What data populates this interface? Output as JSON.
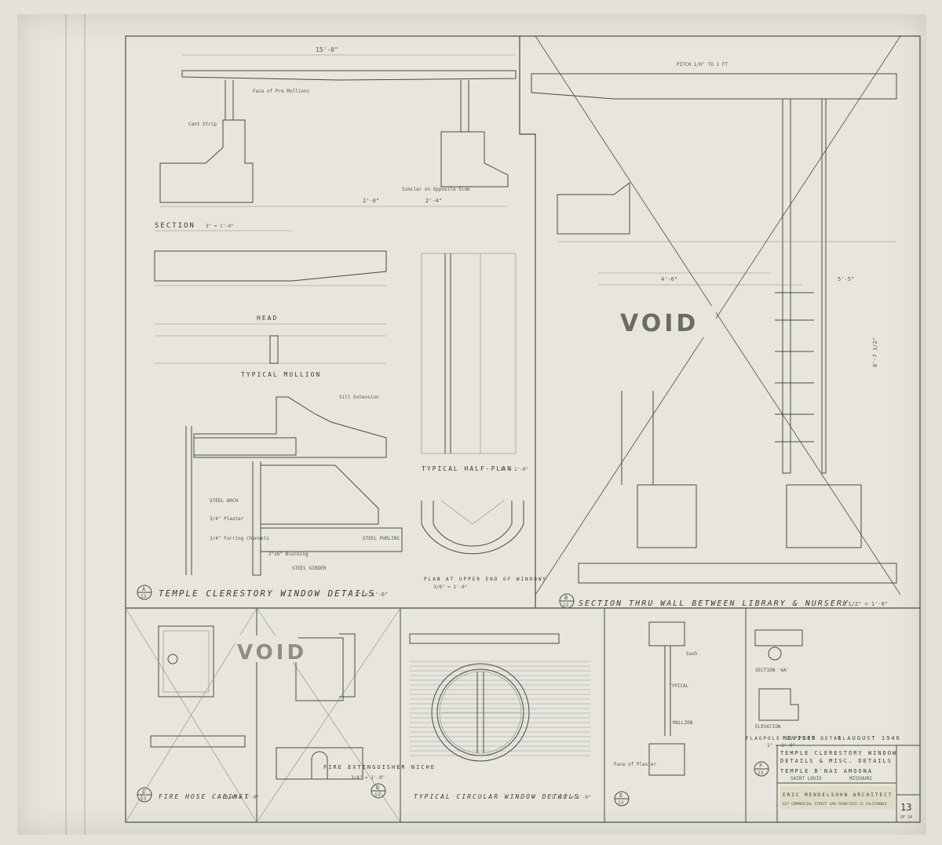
{
  "void_text": "VOID",
  "detail_a": {
    "title": "TEMPLE CLERESTORY WINDOW DETAILS",
    "scale": "3\" = 1'-0\"",
    "marker_letter": "A",
    "marker_sheet": "13",
    "section_label": "SECTION",
    "section_scale": "3\" = 1'-0\"",
    "head_label": "HEAD",
    "mullion_label": "TYPICAL MULLION",
    "half_plan_label": "TYPICAL HALF-PLAN",
    "half_plan_scale": "1\" = 1'-0\"",
    "upper_plan_label": "PLAN AT UPPER END OF WINDOWS",
    "upper_plan_scale": "3/8\" = 1'-0\"",
    "dim_top": "15'-0\"",
    "dim_left": "2'-0\"",
    "dim_right": "2'-4\"",
    "notes": {
      "face_mullions": "Face of Pre Mullions",
      "cant_strip": "Cant Strip",
      "similar": "Similar on Opposite Side",
      "sill_extension": "Sill Extension",
      "steel_arch": "STEEL ARCH",
      "plaster": "3/4\" Plaster",
      "furring": "3/4\" Furring Channels",
      "blocking": "2\"x6\" Blocking",
      "steel_girder": "STEEL GIRDER",
      "steel_purlins": "STEEL PURLINS"
    }
  },
  "detail_b": {
    "title": "SECTION THRU WALL BETWEEN LIBRARY & NURSERY",
    "scale": "1 1/2\" = 1'-0\"",
    "marker_letter": "B",
    "marker_sheet": "13",
    "pitch_note": "PITCH 1/8\" TO 1 FT",
    "dim_a": "4'-0\"",
    "dim_b": "5'-5\"",
    "dim_c": "8'-7 1/2\""
  },
  "detail_c": {
    "title": "FIRE HOSE CABINET",
    "scale": "3/4\" = 1'-0\"",
    "marker_letter": "C",
    "marker_sheet": "13"
  },
  "detail_d": {
    "title": "FIRE EXTINGUISHER NICHE",
    "scale": "3/4\" = 1'-0\"",
    "marker_letter": "D",
    "marker_sheet": "13"
  },
  "detail_circ": {
    "title": "TYPICAL CIRCULAR WINDOW DETAILS",
    "scale": "1 1/2\" = 1'-0\""
  },
  "detail_e": {
    "marker_letter": "E",
    "marker_sheet": "13",
    "notes": {
      "face_plaster": "Face of Plaster",
      "sash": "Sash",
      "typical": "TYPICAL",
      "mullion": "MULLION"
    }
  },
  "detail_f": {
    "title": "FLAGPOLE SUPPORT DETAIL",
    "scale": "1\" = 1'-0\"",
    "marker_letter": "F",
    "marker_sheet": "13",
    "section_label": "SECTION 'AA'",
    "elevation_label": "ELEVATION"
  },
  "title_block": {
    "revised_label": "REVISED",
    "date": "6 AUGUST 1946",
    "sheet_title_1": "TEMPLE CLERESTORY WINDOW",
    "sheet_title_2": "DETAILS & MISC. DETAILS",
    "project": "TEMPLE B'NAI AMOONA",
    "location_city": "SAINT LOUIS",
    "location_state": "MISSOURI",
    "architect": "ERIC MENDELSOHN  ARCHITECT",
    "address": "627 COMMERCIAL STREET  SAN FRANCISCO 11  CALIFORNIA",
    "sheet_number": "13",
    "sheet_of": "OF 24"
  }
}
